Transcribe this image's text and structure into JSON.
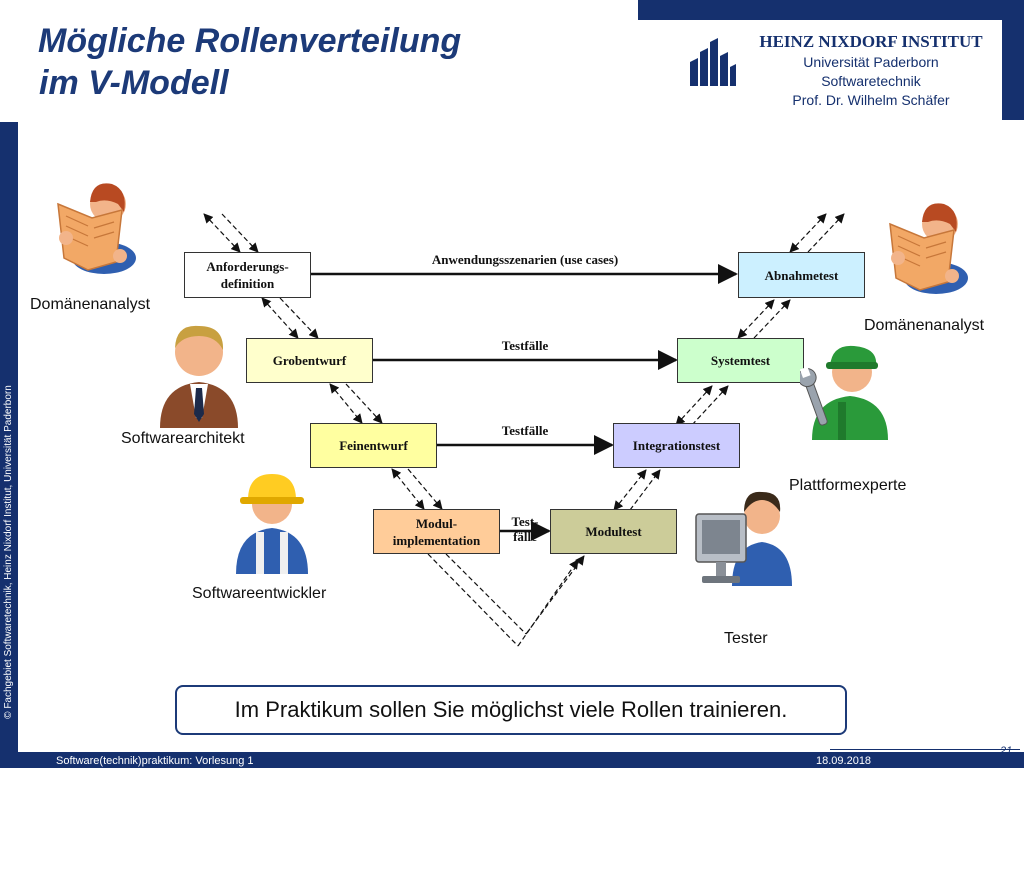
{
  "title": {
    "line1": "Mögliche Rollenverteilung",
    "line2": "im V-Modell"
  },
  "institute": {
    "name": "HEINZ NIXDORF INSTITUT",
    "lines": [
      "Universität Paderborn",
      "Softwaretechnik",
      "Prof. Dr. Wilhelm Schäfer"
    ]
  },
  "sidebar_text": "© Fachgebiet Softwaretechnik, Heinz Nixdorf Institut, Universität Paderborn",
  "boxes": {
    "anforderung": "Anforderungs-\ndefinition",
    "grobentwurf": "Grobentwurf",
    "feinentwurf": "Feinentwurf",
    "modul": "Modul-\nimplementation",
    "abnahmetest": "Abnahmetest",
    "systemtest": "Systemtest",
    "integrationstest": "Integrationstest",
    "modultest": "Modultest"
  },
  "arrow_labels": {
    "use_cases": "Anwendungsszenarien (use cases)",
    "testfaelle1": "Testfälle",
    "testfaelle2": "Testfälle",
    "testfaelle3": "Test-\nfälle"
  },
  "roles": {
    "domaenen_left": "Domänenanalyst",
    "domaenen_right": "Domänenanalyst",
    "architekt": "Softwarearchitekt",
    "plattform": "Plattformexperte",
    "entwickler": "Softwareentwickler",
    "tester": "Tester"
  },
  "callout": "Im Praktikum sollen Sie möglichst viele Rollen trainieren.",
  "footer": {
    "course": "Software(technik)praktikum: Vorlesung 1",
    "date": "18.09.2018",
    "page": "21"
  },
  "colors": {
    "navy": "#15306e",
    "req_box": "#ffffff",
    "grob_box": "#ffffcc",
    "fein_box": "#ffffa0",
    "modul_box": "#ffcc99",
    "abnahme_box": "#ccf0ff",
    "system_box": "#ccffcc",
    "integration_box": "#ccccff",
    "modultest_box": "#cccc99"
  }
}
